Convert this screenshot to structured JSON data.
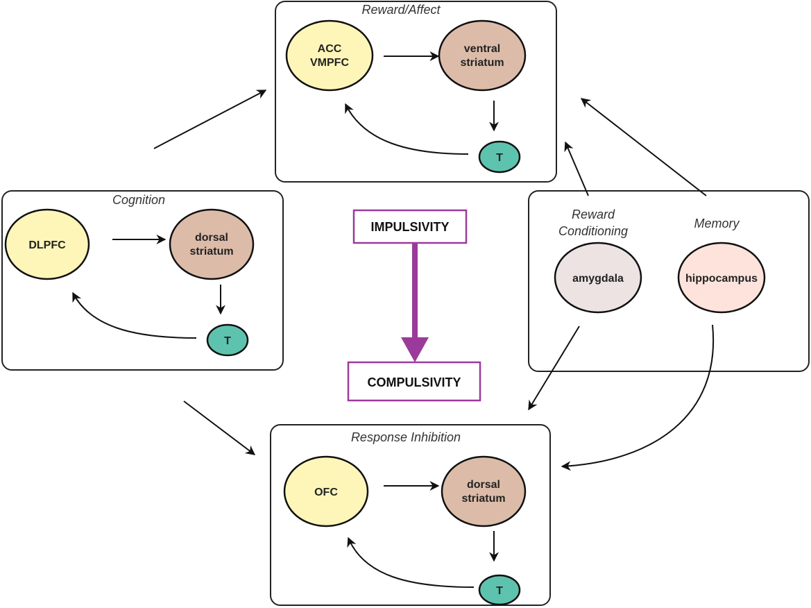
{
  "modules": {
    "reward_affect": {
      "title": "Reward/Affect",
      "node1": [
        "ACC",
        "VMPFC"
      ],
      "node2": [
        "ventral",
        "striatum"
      ],
      "t": "T"
    },
    "cognition": {
      "title": "Cognition",
      "node1": "DLPFC",
      "node2": [
        "dorsal",
        "striatum"
      ],
      "t": "T"
    },
    "limbic": {
      "title1": [
        "Reward",
        "Conditioning"
      ],
      "title2": "Memory",
      "node1": "amygdala",
      "node2": "hippocampus"
    },
    "response_inhibition": {
      "title": "Response Inhibition",
      "node1": "OFC",
      "node2": [
        "dorsal",
        "striatum"
      ],
      "t": "T"
    }
  },
  "center": {
    "top": "IMPULSIVITY",
    "bottom": "COMPULSIVITY"
  },
  "colors": {
    "prefrontal": "#fdf6b8",
    "striatum": "#dcbca9",
    "thalamus": "#5ec3ae",
    "amygdala": "#ede3e3",
    "hippocampus": "#fde3db",
    "accent": "#9b3a9b"
  }
}
